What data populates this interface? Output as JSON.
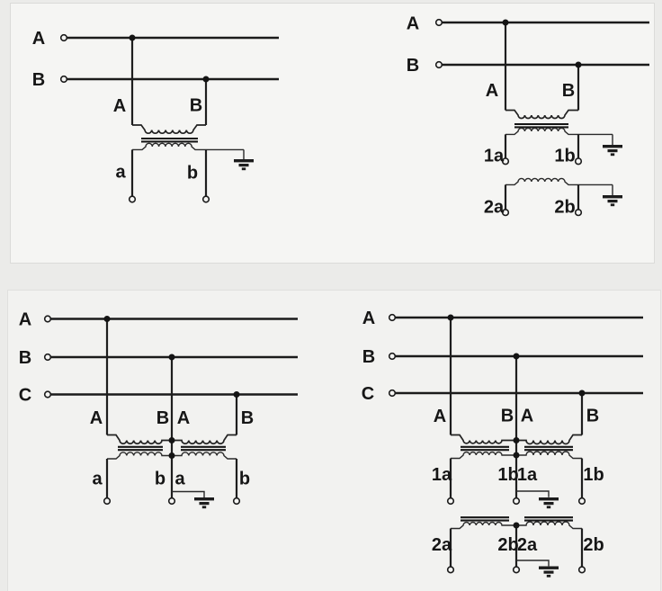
{
  "colors": {
    "background": "#ebebe9",
    "panel": "#f5f5f3",
    "panel_border": "#dbdbd9",
    "line": "#1b1b1b",
    "text": "#161616"
  },
  "diagrams": {
    "d1": {
      "bus": [
        "A",
        "B"
      ],
      "primary": [
        "A",
        "B"
      ],
      "secondary": [
        "a",
        "b"
      ]
    },
    "d2": {
      "bus": [
        "A",
        "B"
      ],
      "primary": [
        "A",
        "B"
      ],
      "secondary1": [
        "1a",
        "1b"
      ],
      "secondary2": [
        "2a",
        "2b"
      ]
    },
    "d3": {
      "bus": [
        "A",
        "B",
        "C"
      ],
      "primary": [
        "A",
        "B",
        "A",
        "B"
      ],
      "secondary": [
        "a",
        "b",
        "a",
        "b"
      ]
    },
    "d4": {
      "bus": [
        "A",
        "B",
        "C"
      ],
      "primary": [
        "A",
        "B",
        "A",
        "B"
      ],
      "secondary1": [
        "1a",
        "1b",
        "1a",
        "1b"
      ],
      "secondary2": [
        "2a",
        "2b",
        "2a",
        "2b"
      ]
    }
  }
}
